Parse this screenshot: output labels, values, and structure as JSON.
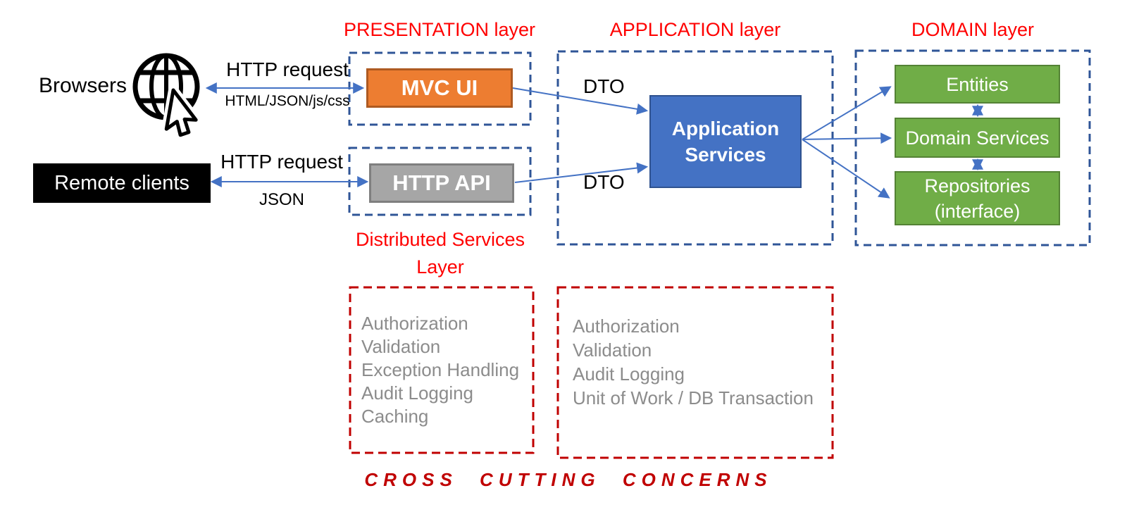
{
  "colors": {
    "title_red": "#FF0000",
    "dark_red": "#C00000",
    "frame_blue": "#2F5597",
    "arrow_blue": "#4472C4",
    "orange_fill": "#ED7D31",
    "orange_border": "#AE5A21",
    "gray_fill": "#A6A6A6",
    "gray_border": "#7F7F7F",
    "blue_fill": "#4472C4",
    "blue_border": "#2F528F",
    "green_fill": "#70AD47",
    "green_border": "#548235",
    "list_gray": "#8C8C8C"
  },
  "icons": {
    "browsers": "globe-pointer-icon"
  },
  "titles": {
    "presentation": "PRESENTATION layer",
    "application": "APPLICATION layer",
    "domain": "DOMAIN layer",
    "distributed_line1": "Distributed Services",
    "distributed_line2": "Layer"
  },
  "clients": {
    "browsers_label": "Browsers",
    "remote_label": "Remote clients"
  },
  "connections": {
    "browser_label_top": "HTTP request",
    "browser_label_bottom": "HTML/JSON/js/css",
    "remote_label_top": "HTTP request",
    "remote_label_bottom": "JSON",
    "dto_top": "DTO",
    "dto_bottom": "DTO"
  },
  "boxes": {
    "mvc": "MVC UI",
    "http_api": "HTTP API",
    "app_services": "Application Services",
    "entities": "Entities",
    "domain_services": "Domain Services",
    "repositories": "Repositories (interface)"
  },
  "cross_cutting": {
    "distributed_items": [
      "Authorization",
      "Validation",
      "Exception Handling",
      "Audit Logging",
      "Caching"
    ],
    "application_items": [
      "Authorization",
      "Validation",
      "Audit Logging",
      "Unit of Work / DB Transaction"
    ],
    "footer": "CROSS CUTTING CONCERNS"
  }
}
